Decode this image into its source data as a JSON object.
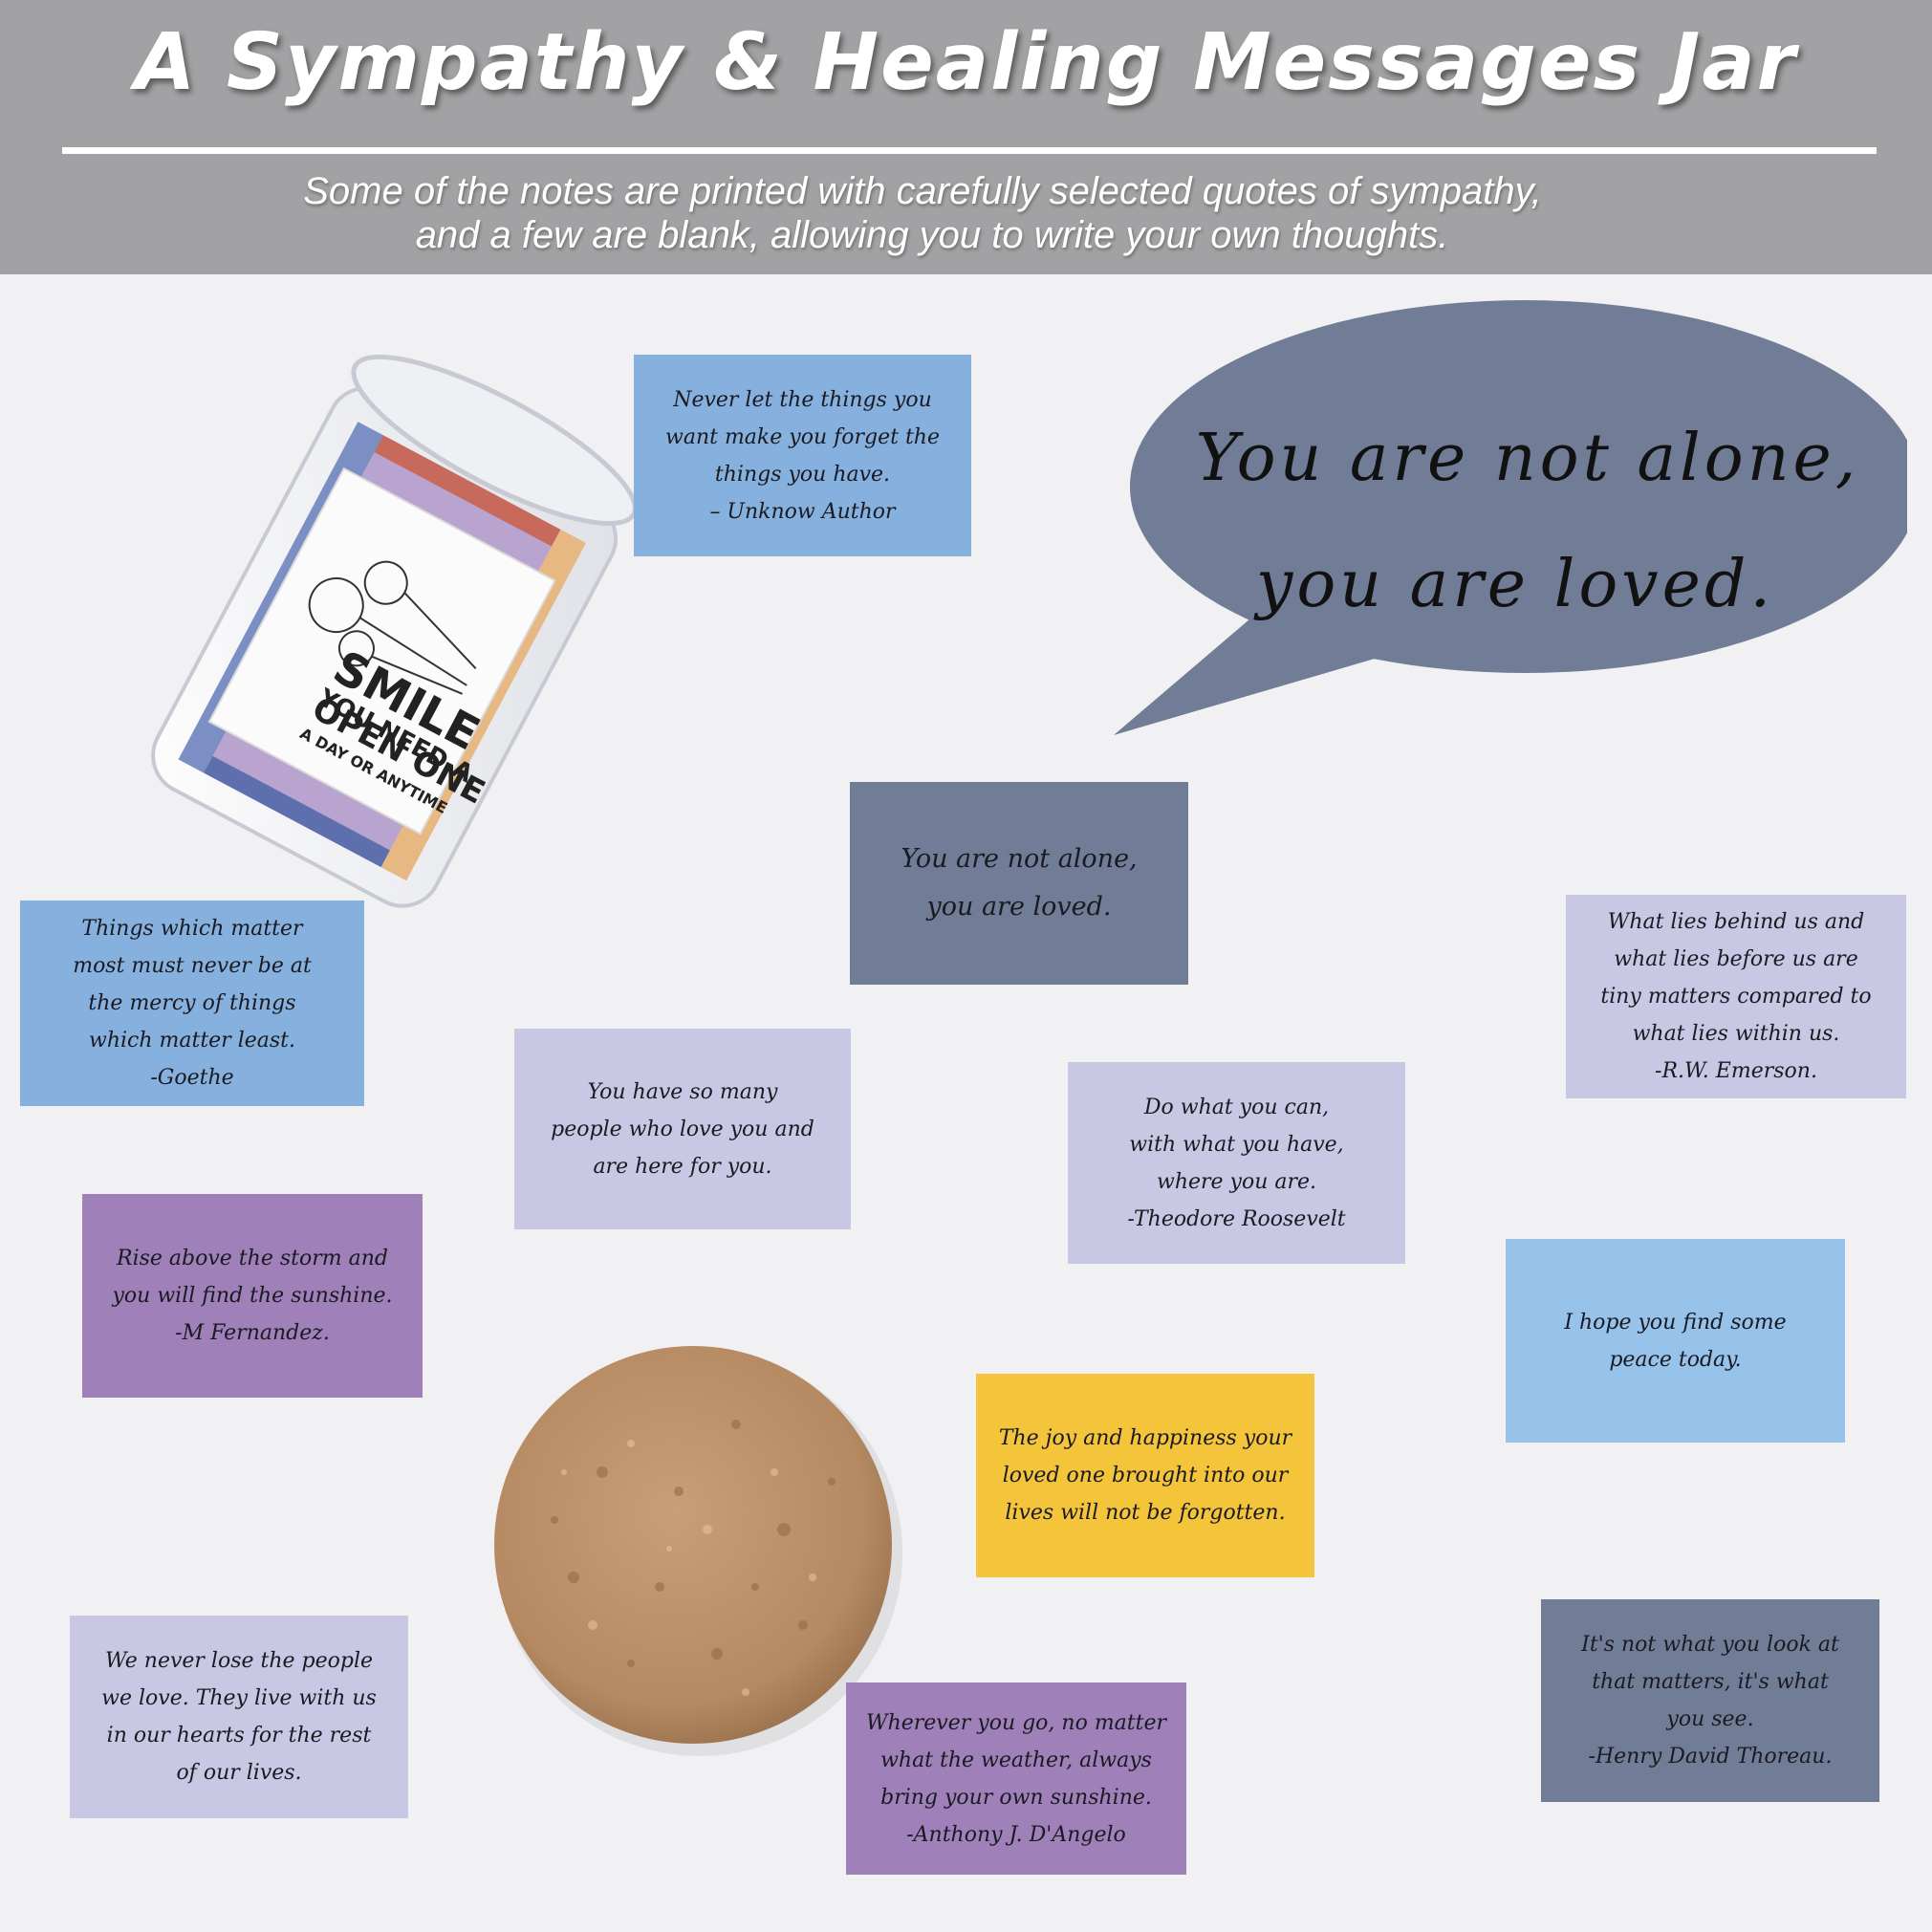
{
  "header": {
    "title": "A Sympathy & Healing Messages Jar",
    "subtitle_line1": "Some of the notes are printed with carefully selected quotes of sympathy,",
    "subtitle_line2": "and a few are blank, allowing you to write your own thoughts.",
    "background_color": "#a2a2a4"
  },
  "speech_bubble": {
    "line1": "You are not alone,",
    "line2": "you are loved.",
    "color": "#717d96"
  },
  "jar": {
    "label_line1": "OPEN ONE",
    "label_line2": "A DAY OR ANYTIME",
    "label_line3": "YOU NEED A",
    "label_line4": "SMILE"
  },
  "notes": {
    "never_let": {
      "lines": [
        "Never let the things you",
        "want make you forget the",
        "things you have.",
        "– Unknow Author"
      ],
      "color": "#86b1de"
    },
    "not_alone": {
      "lines": [
        "You are not alone,",
        "you are loved."
      ],
      "color": "#717d96"
    },
    "things_matter": {
      "lines": [
        "Things which matter",
        "most must never be at",
        "the mercy of things",
        "which matter least.",
        "-Goethe"
      ],
      "color": "#86b1de"
    },
    "what_lies": {
      "lines": [
        "What lies behind us and",
        "what lies before us are",
        "tiny matters compared to",
        "what lies within us.",
        "-R.W. Emerson."
      ],
      "color": "#c9c8e4"
    },
    "so_many": {
      "lines": [
        "You have so many",
        "people who love you and",
        "are here for you."
      ],
      "color": "#c9c8e4"
    },
    "do_what": {
      "lines": [
        "Do what you can,",
        "with what you have,",
        "where you are.",
        "-Theodore Roosevelt"
      ],
      "color": "#c9c8e4"
    },
    "rise_above": {
      "lines": [
        "Rise above the storm and",
        "you will find the sunshine.",
        "-M Fernandez."
      ],
      "color": "#9f80b9"
    },
    "hope_peace": {
      "lines": [
        "I hope you find some",
        "peace today."
      ],
      "color": "#97c2e9"
    },
    "joy": {
      "lines": [
        "The joy and happiness your",
        "loved one brought into our",
        "lives will not be forgotten."
      ],
      "color": "#f4c43a"
    },
    "never_lose": {
      "lines": [
        "We never lose the people",
        "we love. They live with us",
        "in our hearts for the rest",
        "of our lives."
      ],
      "color": "#c9c8e4"
    },
    "not_what": {
      "lines": [
        "It's not what you look at",
        "that matters, it's what",
        "you see.",
        "-Henry David Thoreau."
      ],
      "color": "#717d96"
    },
    "wherever": {
      "lines": [
        "Wherever you go, no matter",
        "what the weather, always",
        "bring your own sunshine.",
        "-Anthony J. D'Angelo"
      ],
      "color": "#9f80b9"
    }
  }
}
